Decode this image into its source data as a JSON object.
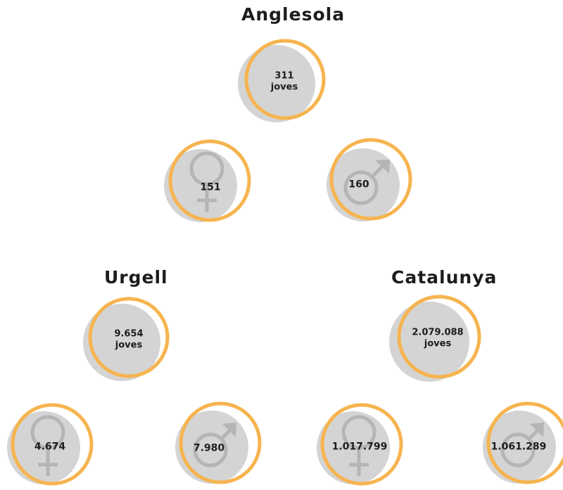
{
  "regions": [
    {
      "name": "Anglesola",
      "total": {
        "value": "311",
        "unit": "joves"
      },
      "female": {
        "value": "151",
        "icon": "female-symbol-icon"
      },
      "male": {
        "value": "160",
        "icon": "male-symbol-icon"
      }
    },
    {
      "name": "Urgell",
      "total": {
        "value": "9.654",
        "unit": "joves"
      },
      "female": {
        "value": "4.674",
        "icon": "female-symbol-icon"
      },
      "male": {
        "value": "7.980",
        "icon": "male-symbol-icon"
      }
    },
    {
      "name": "Catalunya",
      "total": {
        "value": "2.079.088",
        "unit": "joves"
      },
      "female": {
        "value": "1.017.799",
        "icon": "female-symbol-icon"
      },
      "male": {
        "value": "1.061.289",
        "icon": "male-symbol-icon"
      }
    }
  ],
  "colors": {
    "ring": "#f6b44f",
    "disc": "#d4d4d4",
    "symbol": "#b5b5b5",
    "text": "#1d1d1d"
  }
}
